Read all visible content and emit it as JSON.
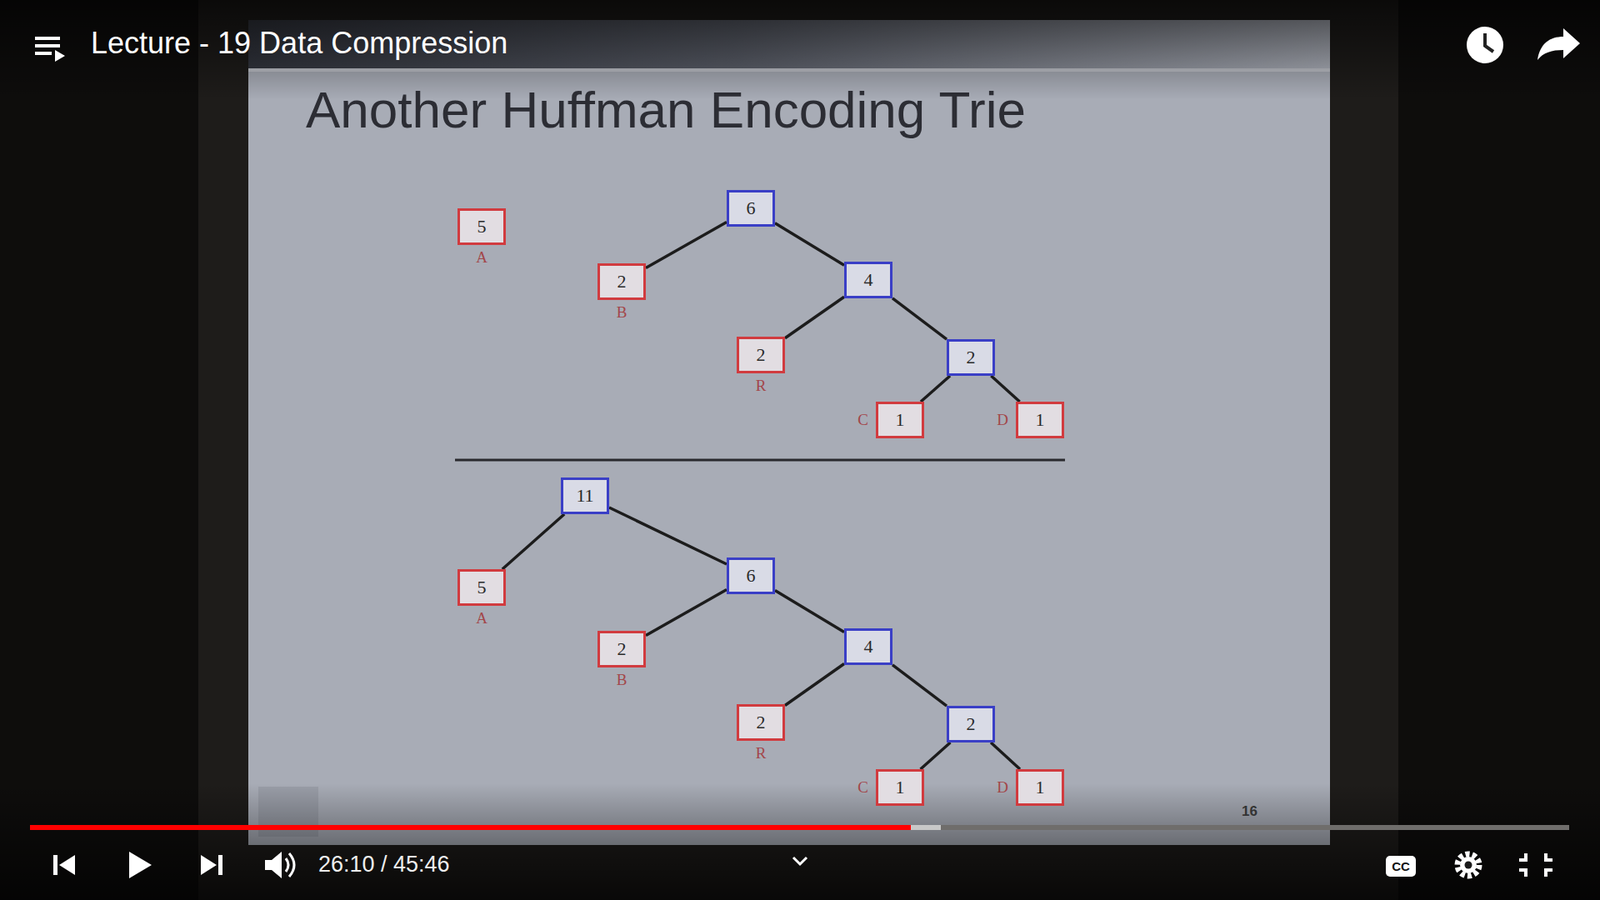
{
  "diagram": {
    "title": "Another Huffman Encoding Trie",
    "nodes": [
      {
        "text": [
          "5",
          "A"
        ]
      },
      {
        "text": [
          "6"
        ]
      },
      {
        "text": [
          "2",
          "B"
        ]
      },
      {
        "text": [
          "4"
        ]
      },
      {
        "text": [
          "2",
          "R"
        ]
      },
      {
        "text": [
          "2"
        ]
      },
      {
        "text": [
          "1",
          "C"
        ]
      },
      {
        "text": [
          "1",
          "D"
        ]
      },
      {
        "text": [
          "11"
        ]
      },
      {
        "text": [
          "5",
          "A"
        ]
      },
      {
        "text": [
          "6"
        ]
      },
      {
        "text": [
          "2",
          "B"
        ]
      },
      {
        "text": [
          "4"
        ]
      },
      {
        "text": [
          "2",
          "R"
        ]
      },
      {
        "text": [
          "2"
        ]
      },
      {
        "text": [
          "1",
          "C"
        ]
      },
      {
        "text": [
          "1",
          "D"
        ]
      }
    ],
    "edges": [
      {
        "from": 1,
        "to": 2,
        "arrow": "none"
      },
      {
        "from": 1,
        "to": 3,
        "arrow": "none"
      },
      {
        "from": 3,
        "to": 4,
        "arrow": "none"
      },
      {
        "from": 3,
        "to": 5,
        "arrow": "none"
      },
      {
        "from": 5,
        "to": 6,
        "arrow": "none"
      },
      {
        "from": 5,
        "to": 7,
        "arrow": "none"
      },
      {
        "from": 8,
        "to": 9,
        "arrow": "none"
      },
      {
        "from": 8,
        "to": 10,
        "arrow": "none"
      },
      {
        "from": 10,
        "to": 11,
        "arrow": "none"
      },
      {
        "from": 10,
        "to": 12,
        "arrow": "none"
      },
      {
        "from": 12,
        "to": 13,
        "arrow": "none"
      },
      {
        "from": 12,
        "to": 14,
        "arrow": "none"
      },
      {
        "from": 14,
        "to": 15,
        "arrow": "none"
      },
      {
        "from": 14,
        "to": 16,
        "arrow": "none"
      }
    ],
    "labels": [
      "Lecture - 19 Data Compression",
      "26:10 / 45:46",
      "CC",
      "16"
    ]
  }
}
